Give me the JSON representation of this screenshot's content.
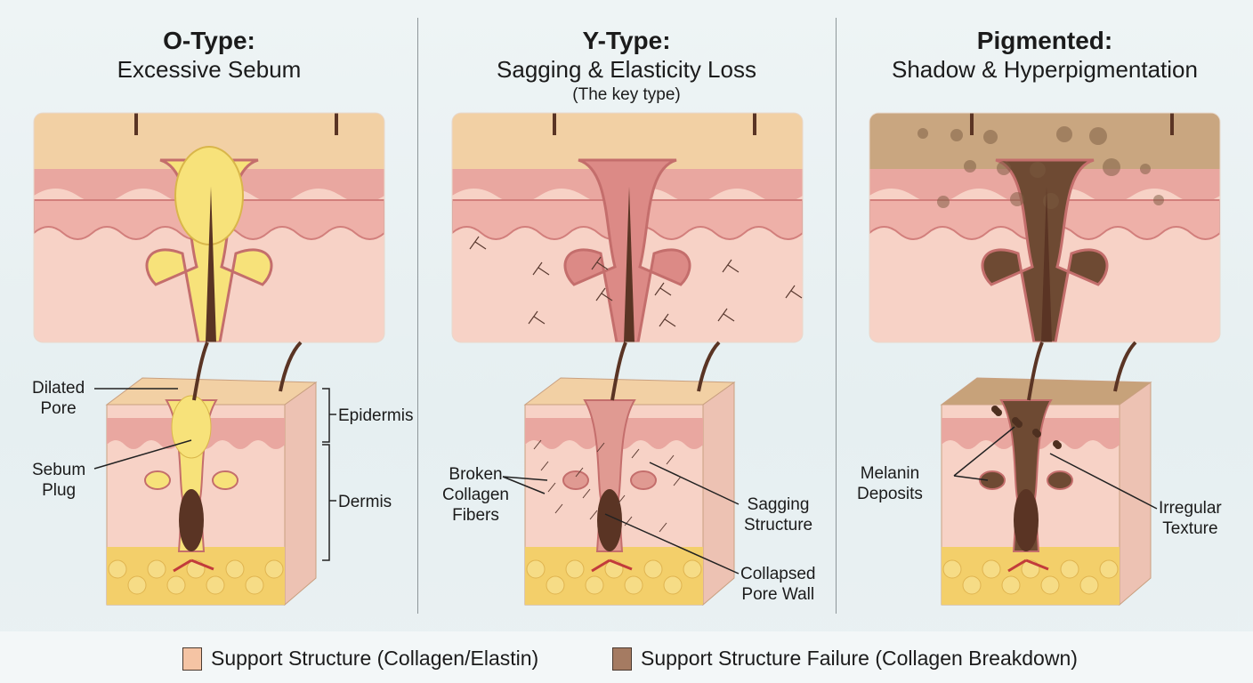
{
  "panels": [
    {
      "title": "O-Type:",
      "subtitle": "Excessive Sebum",
      "variant": "sebum",
      "labels": {
        "dilated_pore": "Dilated\nPore",
        "sebum_plug": "Sebum\nPlug",
        "epidermis": "Epidermis",
        "dermis": "Dermis"
      }
    },
    {
      "title": "Y-Type:",
      "subtitle": "Sagging & Elasticity Loss",
      "note": "(The key type)",
      "variant": "sagging",
      "labels": {
        "broken_collagen": "Broken\nCollagen\nFibers",
        "sagging_structure": "Sagging\nStructure",
        "collapsed_pore_wall": "Collapsed\nPore Wall"
      }
    },
    {
      "title": "Pigmented:",
      "subtitle": "Shadow & Hyperpigmentation",
      "variant": "pigmented",
      "labels": {
        "melanin_deposits": "Melanin\nDeposits",
        "irregular_texture": "Irregular\nTexture"
      }
    }
  ],
  "legend": [
    {
      "label": "Support Structure (Collagen/Elastin)",
      "color": "#f5c4a4"
    },
    {
      "label": "Support Structure Failure (Collagen Breakdown)",
      "color": "#a57b62"
    }
  ],
  "colors": {
    "surface": "#f2d0a4",
    "epidermis": "#e9a7a0",
    "dermis": "#f7d2c6",
    "fat": "#f3cf6a",
    "sebum": "#f7e27a",
    "hair": "#5a3424",
    "pigment": "#6e4a33"
  }
}
